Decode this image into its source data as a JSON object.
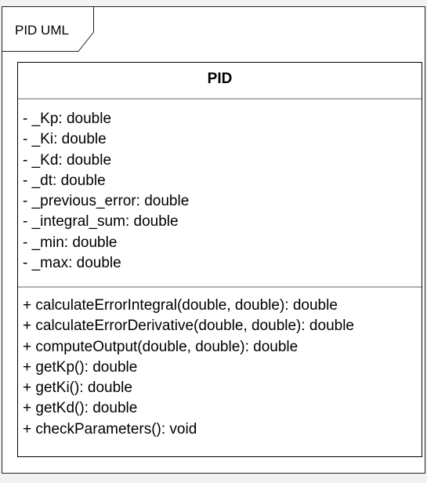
{
  "frame": {
    "label": "PID UML"
  },
  "class": {
    "name": "PID",
    "attributes": [
      "- _Kp: double",
      "- _Ki: double",
      "- _Kd: double",
      "- _dt: double",
      "- _previous_error: double",
      "- _integral_sum: double",
      "- _min: double",
      "- _max: double"
    ],
    "operations": [
      "+ calculateErrorIntegral(double, double): double",
      "+ calculateErrorDerivative(double, double): double",
      "+ computeOutput(double, double): double",
      "+ getKp(): double",
      "+ getKi(): double",
      "+ getKd(): double",
      "+ checkParameters(): void"
    ]
  }
}
